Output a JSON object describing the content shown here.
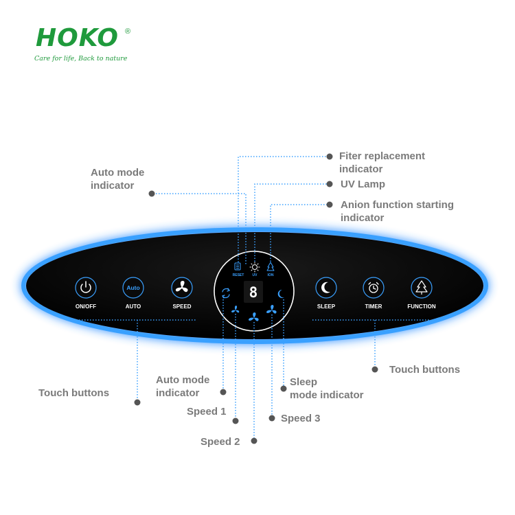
{
  "brand": {
    "name": "HOKO",
    "registered": "®",
    "tagline": "Care for life, Back to nature",
    "color": "#1f9a3c"
  },
  "panel": {
    "glow_color": "#2f8fff",
    "body_color": "#050505",
    "left_buttons": [
      {
        "label": "ON/OFF",
        "icon": "power-icon"
      },
      {
        "label": "AUTO",
        "icon": "auto-icon",
        "icon_text": "Auto"
      },
      {
        "label": "SPEED",
        "icon": "fan-icon"
      }
    ],
    "right_buttons": [
      {
        "label": "SLEEP",
        "icon": "moon-icon"
      },
      {
        "label": "TIMER",
        "icon": "alarm-clock-icon"
      },
      {
        "label": "FUNCTION",
        "icon": "tree-icon"
      }
    ],
    "display": {
      "digit": "8",
      "top_indicators": [
        {
          "label": "RESET",
          "icon": "filter-icon"
        },
        {
          "label": "UV",
          "icon": "sun-icon"
        },
        {
          "label": "ION",
          "icon": "anion-tree-icon"
        }
      ]
    }
  },
  "callouts": {
    "filter": "Fiter replacement\nindicator",
    "uv": "UV Lamp",
    "anion": "Anion function starting\nindicator",
    "auto_top": "Auto mode\nindicator",
    "auto_bottom": "Auto mode\nindicator",
    "touch_left": "Touch buttons",
    "touch_right": "Touch buttons",
    "sleep": "Sleep\nmode indicator",
    "speed1": "Speed 1",
    "speed2": "Speed 2",
    "speed3": "Speed 3"
  },
  "colors": {
    "callout_text": "#7a7a7a",
    "leader_line": "#3aa0ff",
    "dot": "#555555"
  }
}
